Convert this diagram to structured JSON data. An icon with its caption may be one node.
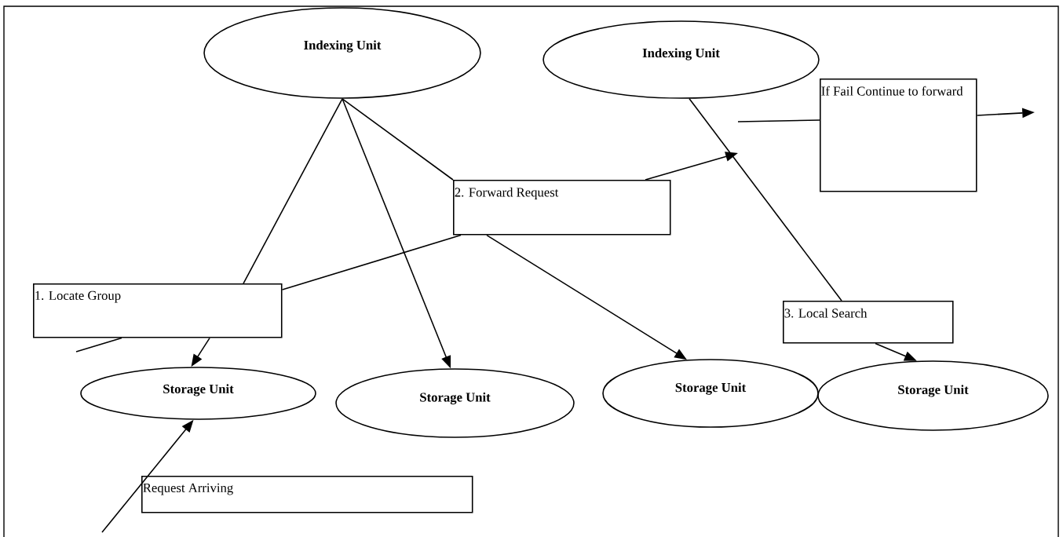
{
  "diagram": {
    "nodes": [
      {
        "text": [
          "Indexing Unit"
        ]
      },
      {
        "text": [
          "Indexing Unit"
        ]
      },
      {
        "text": [
          "If Fail Continue to forward"
        ]
      },
      {
        "text": [
          "2. Forward Request"
        ]
      },
      {
        "text": [
          "1. Locate Group"
        ]
      },
      {
        "text": [
          "3. Local Search"
        ]
      },
      {
        "text": [
          "Storage Unit"
        ]
      },
      {
        "text": [
          "Storage Unit"
        ]
      },
      {
        "text": [
          "Storage Unit"
        ]
      },
      {
        "text": [
          "Storage Unit"
        ]
      },
      {
        "text": [
          "Request Arriving"
        ]
      }
    ],
    "edges": [
      {
        "from": 0,
        "to": 4,
        "arrow": "none"
      },
      {
        "from": 0,
        "to": 7,
        "arrow": "to"
      },
      {
        "from": 0,
        "to": 3,
        "arrow": "none"
      },
      {
        "from": 3,
        "to": null,
        "arrow": "to"
      },
      {
        "from": 3,
        "to": 8,
        "arrow": "to"
      },
      {
        "from": 3,
        "to": 4,
        "arrow": "none"
      },
      {
        "from": 4,
        "to": null,
        "arrow": "none"
      },
      {
        "from": 4,
        "to": 6,
        "arrow": "to"
      },
      {
        "from": null,
        "to": 6,
        "arrow": "to"
      },
      {
        "from": 1,
        "to": 5,
        "arrow": "none"
      },
      {
        "from": null,
        "to": 2,
        "arrow": "none"
      },
      {
        "from": 2,
        "to": null,
        "arrow": "to"
      },
      {
        "from": 5,
        "to": 9,
        "arrow": "to"
      }
    ]
  }
}
